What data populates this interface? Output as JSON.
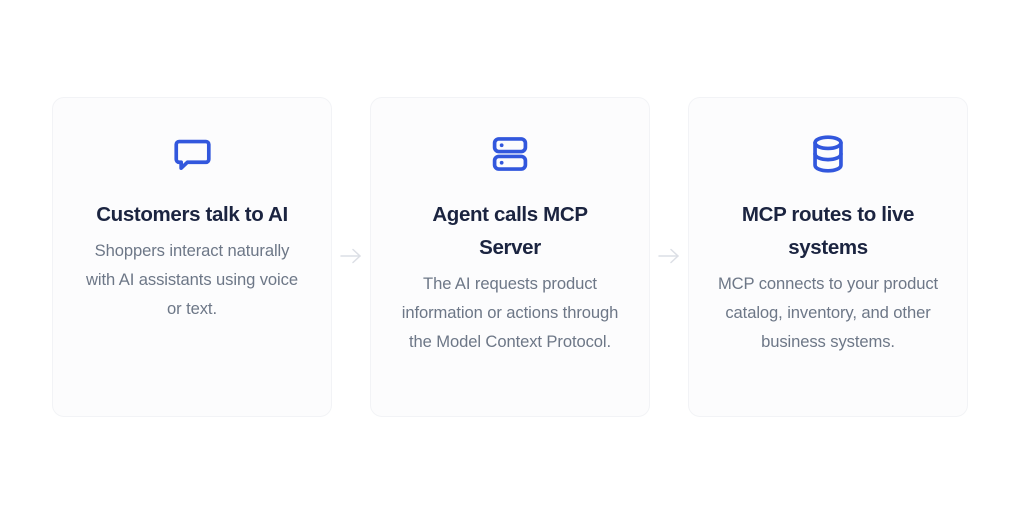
{
  "theme": {
    "page_background": "#ffffff",
    "card_background": "#fcfcfd",
    "card_border": "#f2f3f6",
    "icon_accent": "#3257dd",
    "title_color": "#1b2440",
    "body_color": "#6d7787",
    "connector_color": "#dcdfe5"
  },
  "flow": {
    "steps": [
      {
        "icon": "chat-bubble-icon",
        "title": "Customers talk to AI",
        "description": "Shoppers interact naturally with AI assistants using voice or text."
      },
      {
        "icon": "server-icon",
        "title": "Agent calls MCP Server",
        "description": "The AI requests product information or actions through the Model Context Protocol."
      },
      {
        "icon": "database-icon",
        "title": "MCP routes to live systems",
        "description": "MCP connects to your product catalog, inventory, and other business systems."
      }
    ],
    "connectors": [
      {
        "icon": "arrow-right-icon"
      },
      {
        "icon": "arrow-right-icon"
      }
    ]
  }
}
